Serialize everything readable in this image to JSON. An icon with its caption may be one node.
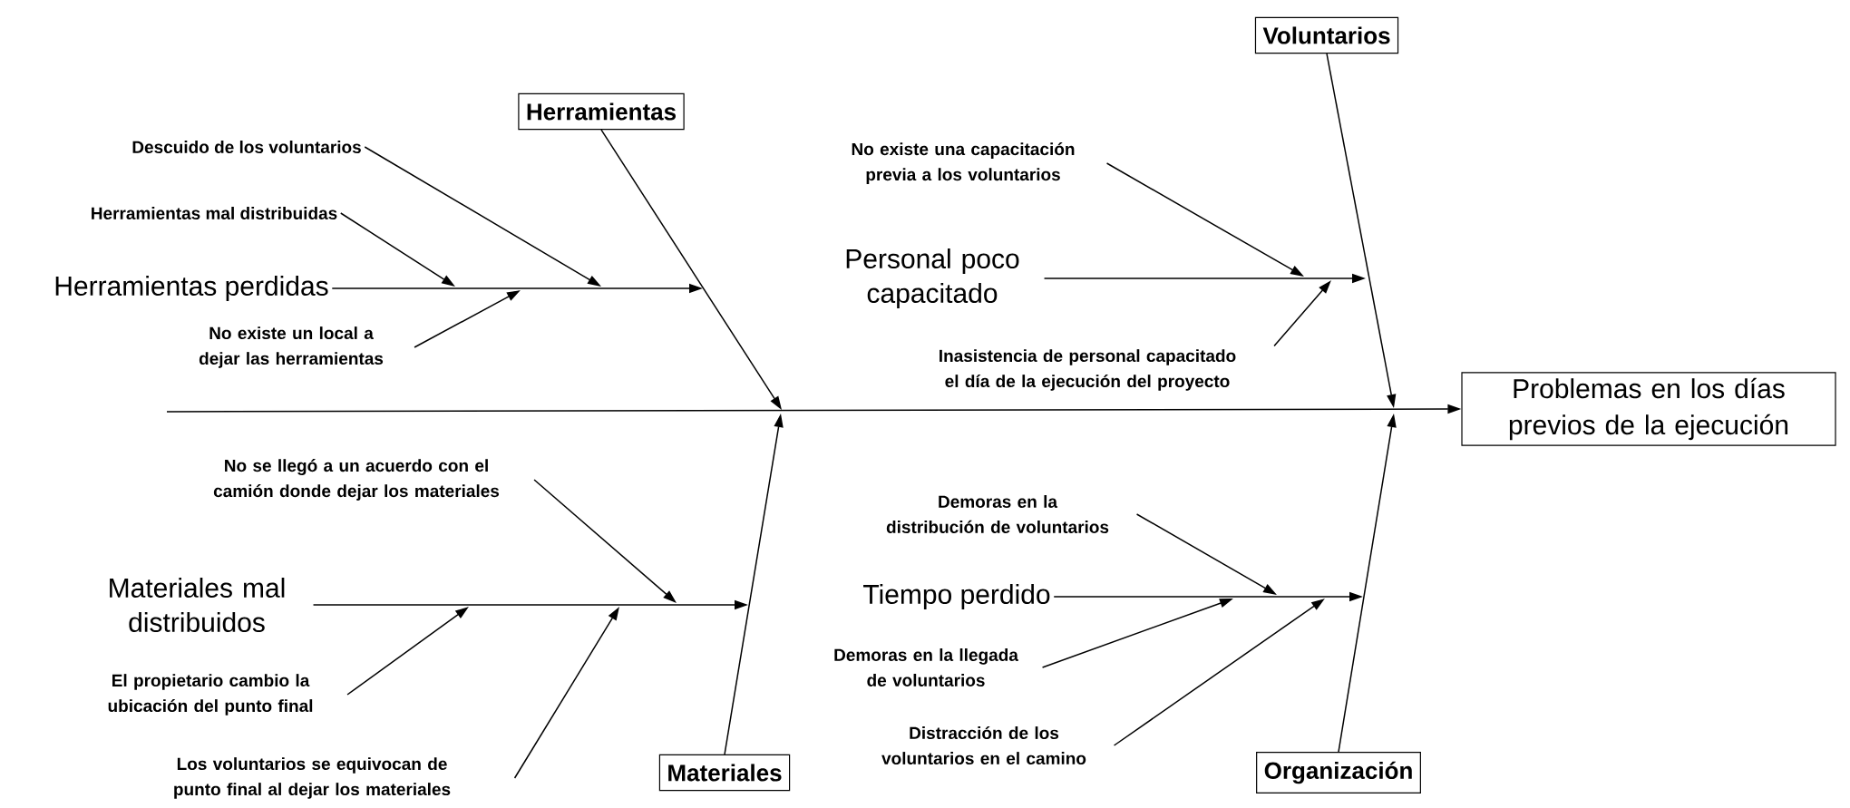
{
  "diagram": {
    "nodes": [
      {
        "text": [
          "Herramientas"
        ]
      },
      {
        "text": [
          "Voluntarios"
        ]
      },
      {
        "text": [
          "Descuido de los voluntarios"
        ]
      },
      {
        "text": [
          "Herramientas mal distribuidas"
        ]
      },
      {
        "text": [
          "Herramientas perdidas"
        ]
      },
      {
        "text": [
          "No existe un local a dejar las herramientas"
        ]
      },
      {
        "text": [
          "No existe una capacitación previa a los voluntarios"
        ]
      },
      {
        "text": [
          "Personal poco capacitado"
        ]
      },
      {
        "text": [
          "Inasistencia de personal capacitado el día de la ejecución del proyecto"
        ]
      },
      {
        "text": [
          "Problemas en los días previos de la ejecución"
        ]
      },
      {
        "text": [
          "No se llegó a un acuerdo con el camión donde dejar los materiales"
        ]
      },
      {
        "text": [
          "Materiales mal distribuidos"
        ]
      },
      {
        "text": [
          "El propietario cambio la ubicación del punto final"
        ]
      },
      {
        "text": [
          "Los voluntarios se equivocan de punto final al dejar los materiales"
        ]
      },
      {
        "text": [
          "Demoras en la distribución de voluntarios"
        ]
      },
      {
        "text": [
          "Tiempo perdido"
        ]
      },
      {
        "text": [
          "Demoras en la llegada de voluntarios"
        ]
      },
      {
        "text": [
          "Distracción de los voluntarios en el camino"
        ]
      },
      {
        "text": [
          "Materiales"
        ]
      },
      {
        "text": [
          "Organización"
        ]
      }
    ],
    "edges": [
      {
        "from": null,
        "to": 9,
        "arrow": "to"
      },
      {
        "from": 0,
        "to": null,
        "arrow": "to"
      },
      {
        "from": 1,
        "to": null,
        "arrow": "to"
      },
      {
        "from": 18,
        "to": null,
        "arrow": "to"
      },
      {
        "from": 19,
        "to": null,
        "arrow": "to"
      },
      {
        "from": 4,
        "to": null,
        "arrow": "to"
      },
      {
        "from": 3,
        "to": null,
        "arrow": "to"
      },
      {
        "from": 2,
        "to": null,
        "arrow": "to"
      },
      {
        "from": 5,
        "to": null,
        "arrow": "to"
      },
      {
        "from": 7,
        "to": null,
        "arrow": "to"
      },
      {
        "from": 6,
        "to": null,
        "arrow": "to"
      },
      {
        "from": 8,
        "to": null,
        "arrow": "to"
      },
      {
        "from": 11,
        "to": null,
        "arrow": "to"
      },
      {
        "from": 10,
        "to": null,
        "arrow": "to"
      },
      {
        "from": 12,
        "to": null,
        "arrow": "to"
      },
      {
        "from": 13,
        "to": null,
        "arrow": "to"
      },
      {
        "from": 15,
        "to": null,
        "arrow": "to"
      },
      {
        "from": 14,
        "to": null,
        "arrow": "to"
      },
      {
        "from": 16,
        "to": null,
        "arrow": "to"
      },
      {
        "from": 17,
        "to": null,
        "arrow": "to"
      }
    ]
  }
}
